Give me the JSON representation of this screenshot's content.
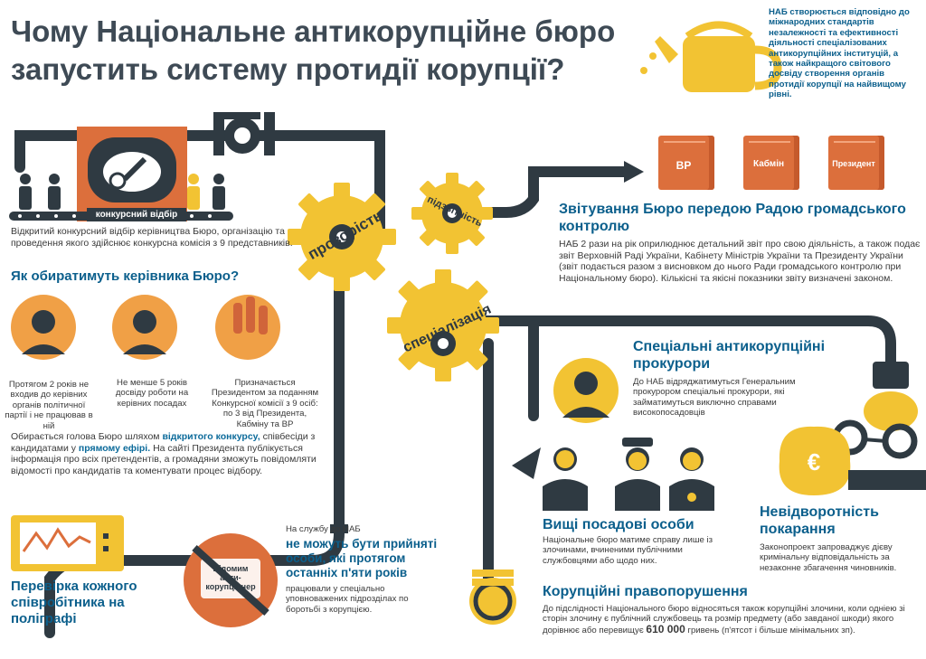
{
  "title": "Чому Національне антикорупційне бюро запустить систему протидії корупції?",
  "top_note": "НАБ створюється відповідно до міжнародних стандартів незалежності та ефективності діяльності спеціалізованих антикорупційних інституцій, а також найкращого світового досвіду створення органів протидії корупції на найвищому рівні.",
  "can_label": "НАБ",
  "machine_label": "конкурсний відбір",
  "intro": "Відкритий конкурсний відбір керівництва Бюро, організацію та проведення якого здійснює конкурсна комісія з 9 представників.",
  "selection": {
    "heading": "Як обиратимуть керівника Бюро?",
    "c1": "Протягом 2 років не входив до керівних органів політичної партії і не працював в ній",
    "c2": "Не менше 5 років досвіду роботи на керівних посадах",
    "c3": "Призначається Президентом за поданням Конкурсної комісії з 9 осіб: по 3 від Президента, Кабміну та ВР",
    "live_a": "Обирається голова Бюро шляхом",
    "live_b": "відкритого конкурсу,",
    "live_c": "співбесіди з кандидатами у",
    "live_d": "прямому ефірі.",
    "live_e": "На сайті Президента публікується інформація про всіх претендентів, а громадяни зможуть повідомляти відомості про кандидатів та коментувати процес відбору."
  },
  "gears": {
    "transparency": "прозорість",
    "accountability": "підзвітність",
    "specialization": "спеціалізація"
  },
  "books": [
    "ВР",
    "Кабмін",
    "Президент"
  ],
  "report": {
    "heading": "Звітування Бюро передою Радою громадського контролю",
    "body": "НАБ 2 рази на рік оприлюднює детальний звіт про свою діяльність, а також подає звіт Верховній Раді України, Кабінету Міністрів України та Президенту України (звіт подається разом з висновком до нього Ради громадського контролю при Національному бюро). Кількісні та якісні показники звіту визначені законом."
  },
  "prosecutors": {
    "heading": "Спеціальні антикорупційні прокурори",
    "body": "До НАБ відряджатимуться Генеральним прокурором спеціальні прокурори, які займатимуться виключно справами високопосадовців"
  },
  "officials": {
    "heading": "Вищі посадові особи",
    "body": "Національне бюро матиме справу лише із злочинами, вчиненими публічними службовцями або щодо них."
  },
  "punishment": {
    "heading": "Невідворотність покарання",
    "body": "Законопроект запроваджує дієву кримінальну відповідальність за незаконне збагачення чиновників."
  },
  "crimes": {
    "heading": "Корупційні правопорушення",
    "body_a": "До підслідності Національного бюро відносяться також корупційні злочини, коли одніею зі сторін злочину є публічний службовець та розмір предмету (або завданої шкоди) якого дорівнює або перевищує",
    "amount": "610 000",
    "body_b": "гривень (п'ятсот і більше мінімальних зп)."
  },
  "polygraph": {
    "heading": "Перевірка кожного співробітника на поліграфі"
  },
  "ban": {
    "sign": "Відомим анти-корупціонер",
    "lead": "На службу до НАБ",
    "bold": "не можуть бути прийняті особи, які протягом останніх п'яти років",
    "tail": "працювали у спеціально уповноважених підрозділах по боротьбі з корупцією."
  },
  "colors": {
    "yellow": "#f2c333",
    "dark": "#3e4a55",
    "blue": "#0b6a9a",
    "orange": "#dc6f3c"
  }
}
